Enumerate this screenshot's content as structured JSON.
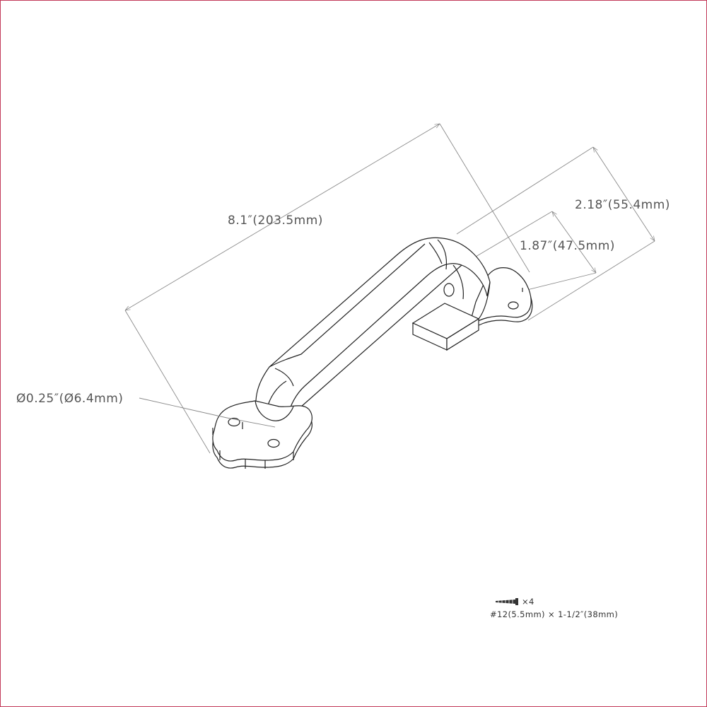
{
  "dimensions": {
    "overall_length": "8.1″(203.5mm)",
    "base_width": "2.18″(55.4mm)",
    "height": "1.87″(47.5mm)",
    "hole_diameter": "Ø0.25″(Ø6.4mm)"
  },
  "screw": {
    "quantity": "×4",
    "spec": "#12(5.5mm) × 1-1/2″(38mm)"
  },
  "colors": {
    "frame": "#c33a5a",
    "line": "#222222",
    "dimension": "#8a8a8a"
  }
}
